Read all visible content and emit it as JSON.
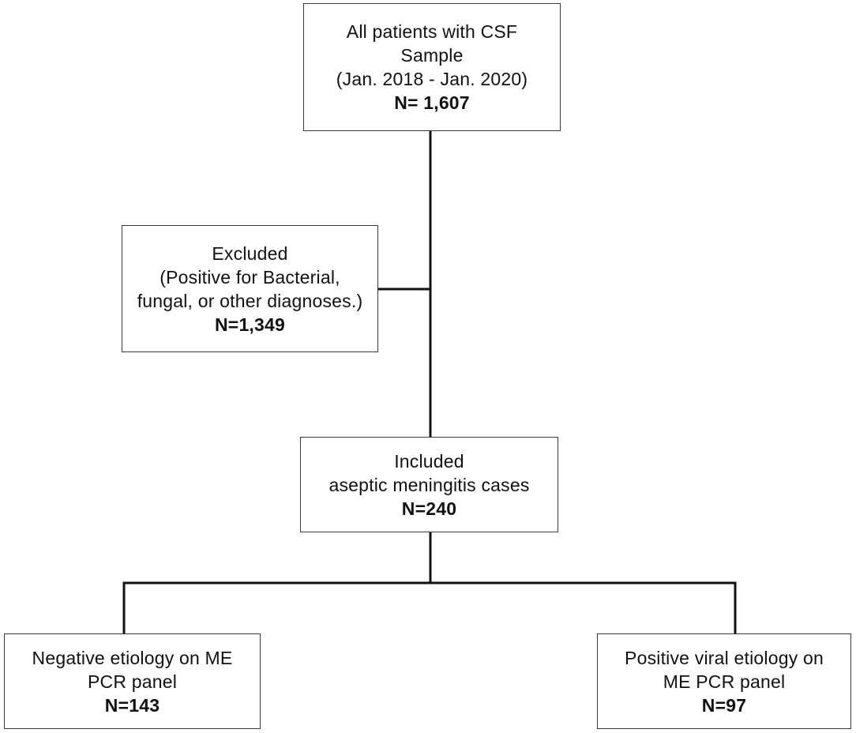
{
  "flowchart": {
    "all_patients": {
      "lines": [
        "All patients with CSF",
        "Sample",
        "(Jan. 2018 - Jan. 2020)"
      ],
      "count": "N= 1,607"
    },
    "excluded": {
      "lines": [
        "Excluded",
        "(Positive for Bacterial,",
        "fungal, or other diagnoses.)"
      ],
      "count": "N=1,349"
    },
    "included": {
      "lines": [
        "Included",
        "aseptic meningitis cases"
      ],
      "count": "N=240"
    },
    "negative": {
      "lines": [
        "Negative etiology on ME",
        "PCR panel"
      ],
      "count": "N=143"
    },
    "positive": {
      "lines": [
        "Positive viral etiology on",
        "ME PCR panel"
      ],
      "count": "N=97"
    }
  }
}
